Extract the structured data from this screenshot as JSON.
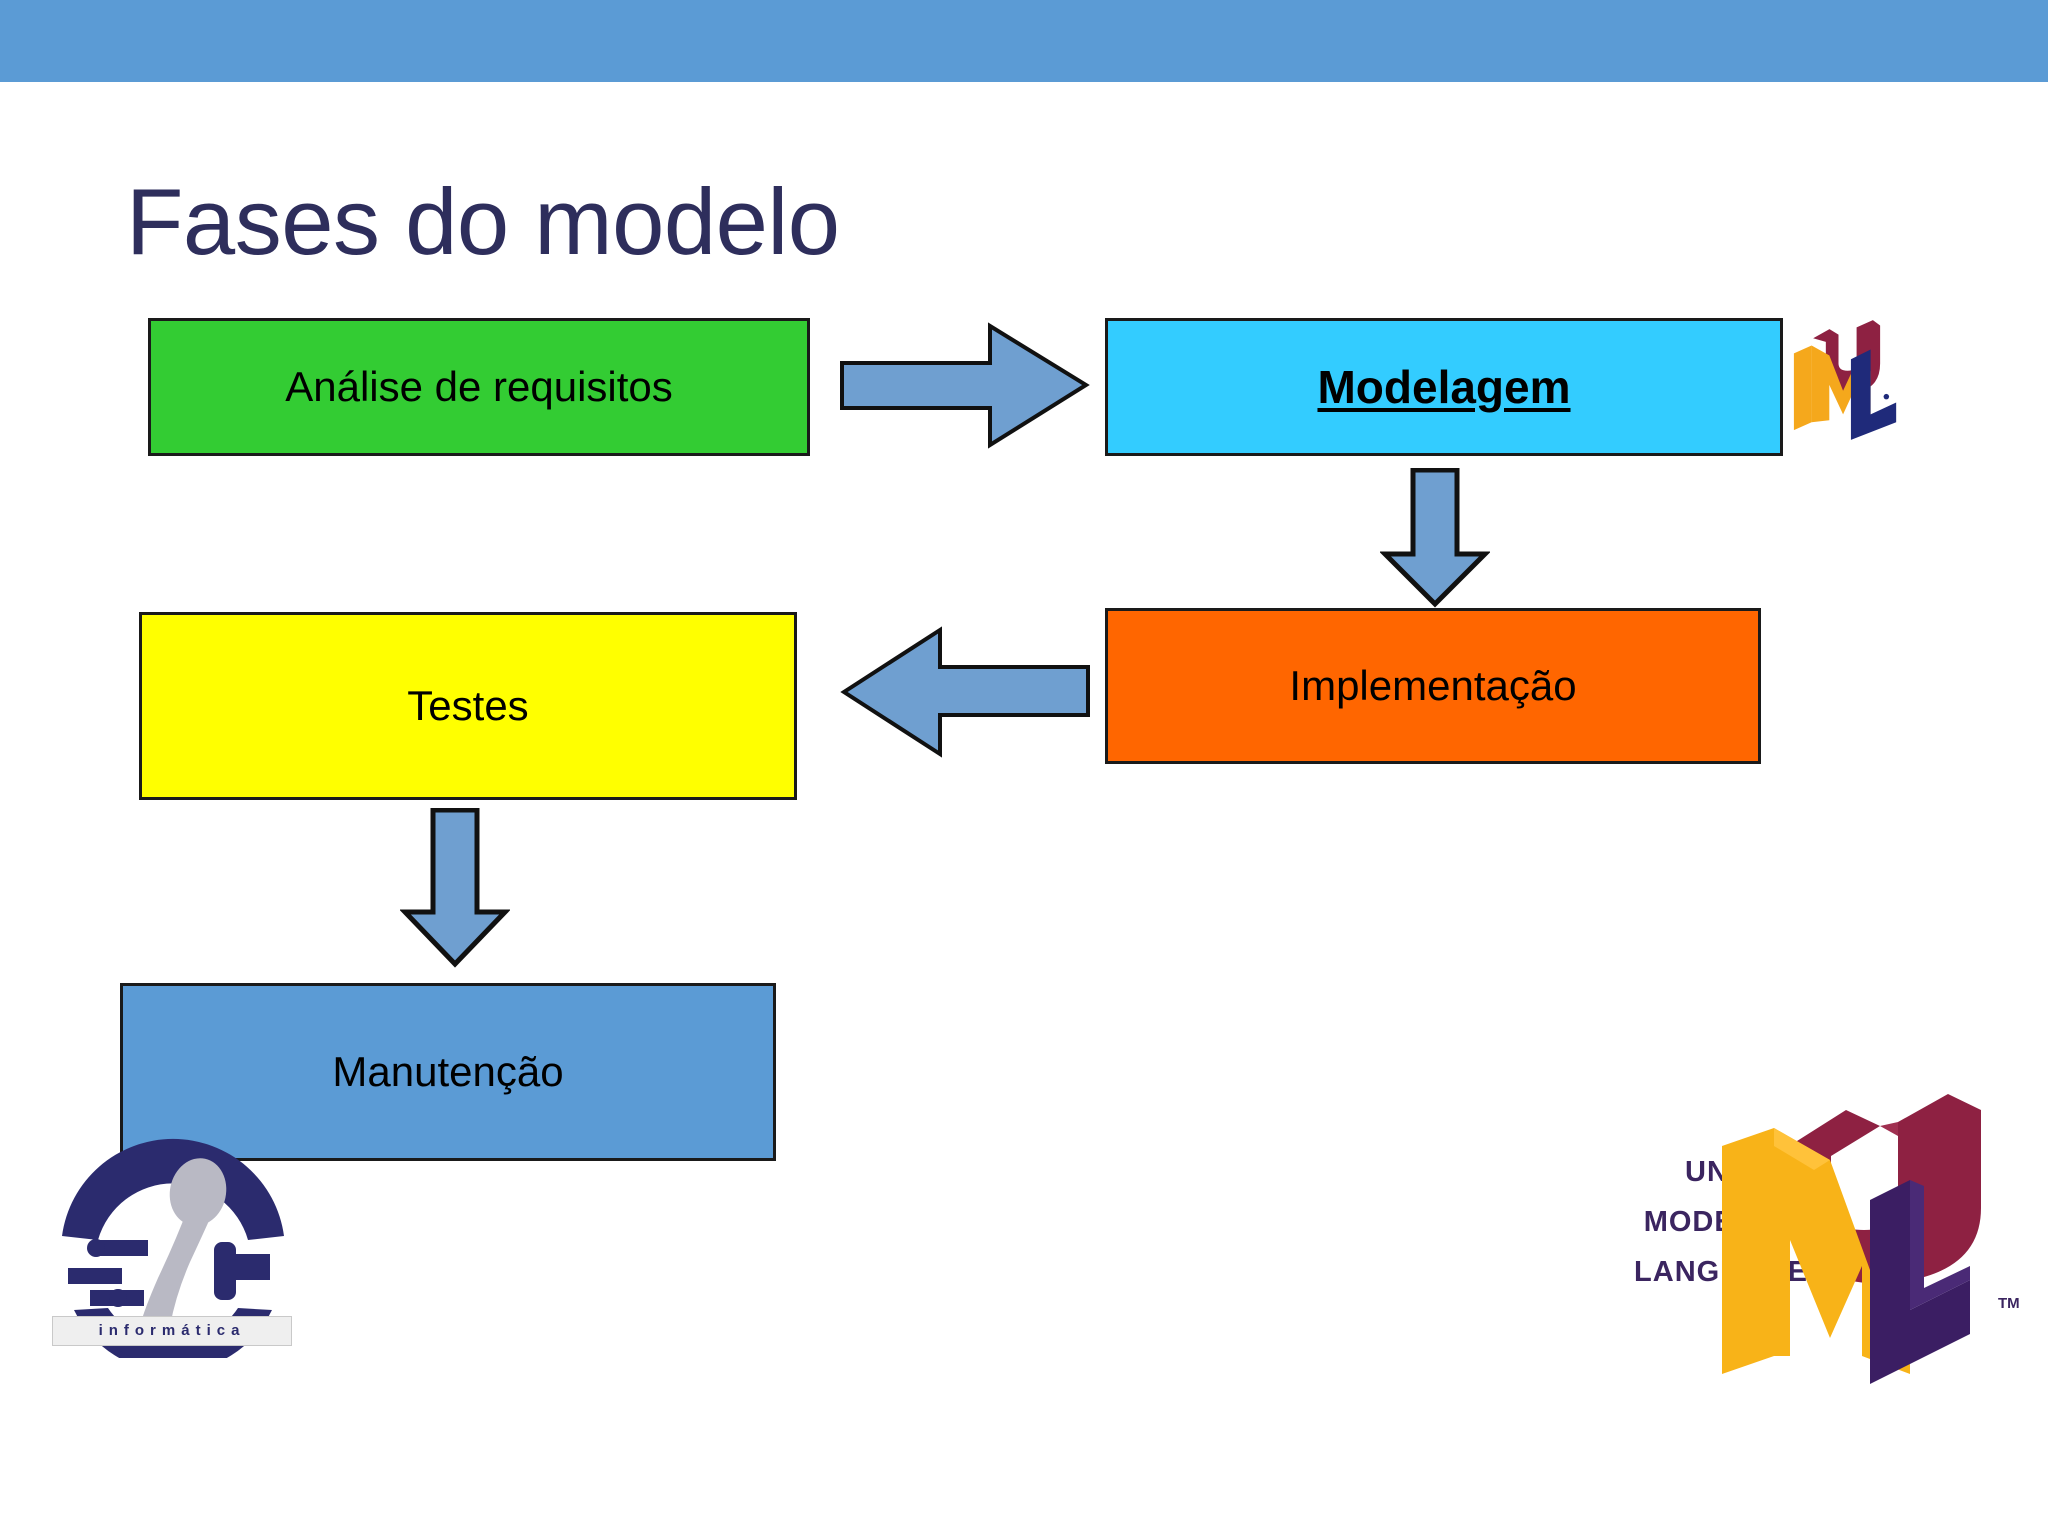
{
  "slide": {
    "title": "Fases do modelo",
    "title_color": "#2E2E5C",
    "accent_bar_color": "#5B9BD5",
    "background_color": "#FFFFFF"
  },
  "diagram_data": {
    "type": "flowchart",
    "title": "Fases do modelo",
    "nodes": [
      {
        "id": "analise",
        "label": "Análise de requisitos",
        "fill": "#33CC33",
        "text_color": "#000000",
        "emphasis": "normal"
      },
      {
        "id": "modelagem",
        "label": "Modelagem",
        "fill": "#33CCFF",
        "text_color": "#000000",
        "emphasis": "bold-underline"
      },
      {
        "id": "implementacao",
        "label": "Implementação",
        "fill": "#FF6600",
        "text_color": "#000000",
        "emphasis": "normal"
      },
      {
        "id": "testes",
        "label": "Testes",
        "fill": "#FFFF00",
        "text_color": "#000000",
        "emphasis": "normal"
      },
      {
        "id": "manutencao",
        "label": "Manutenção",
        "fill": "#5B9BD5",
        "text_color": "#000000",
        "emphasis": "normal"
      }
    ],
    "edges": [
      {
        "from": "analise",
        "to": "modelagem",
        "direction": "right",
        "color": "#5B9BD5"
      },
      {
        "from": "modelagem",
        "to": "implementacao",
        "direction": "down",
        "color": "#5B9BD5"
      },
      {
        "from": "implementacao",
        "to": "testes",
        "direction": "left",
        "color": "#5B9BD5"
      },
      {
        "from": "testes",
        "to": "manutencao",
        "direction": "down",
        "color": "#5B9BD5"
      }
    ],
    "edge_color": "#5B9BD5",
    "node_border_color": "#1A1A1A"
  },
  "logos": {
    "uml_small": {
      "name": "uml-cube-logo",
      "letters": [
        "U",
        "M",
        "L"
      ],
      "colors": {
        "u": "#8E2142",
        "m": "#F5A81C",
        "l": "#2C1A5E"
      }
    },
    "uml_large": {
      "name": "uml-full-logo",
      "lines": [
        "UNIFIED",
        "MODELING",
        "LANGUAGE"
      ],
      "trademark": "TM",
      "text_color": "#3B2560",
      "colors": {
        "u": "#8E2142",
        "m": "#F5A81C",
        "l": "#3B1E63"
      }
    },
    "sic": {
      "name": "sic-informatica-logo",
      "wordmark": "informática",
      "color": "#2B2B6E"
    }
  }
}
